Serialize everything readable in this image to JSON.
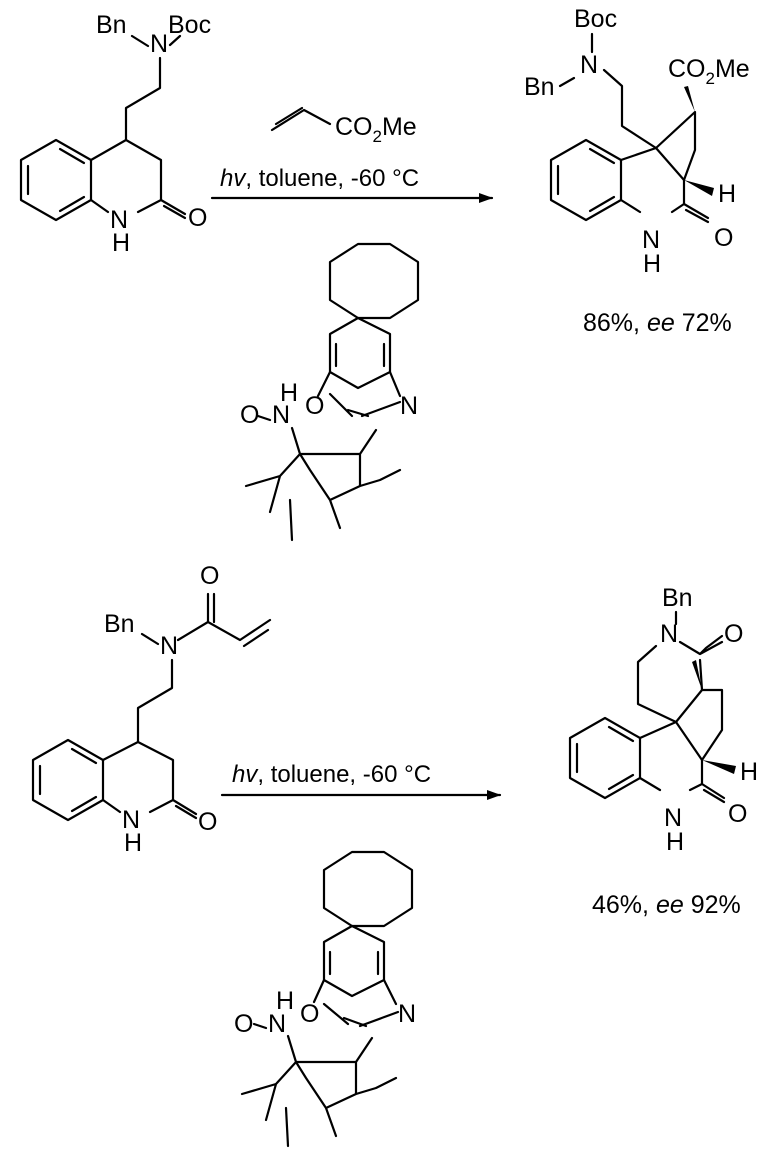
{
  "scheme_1": {
    "conditions": {
      "hv": "hv",
      "rest": ", toluene, -60 °C"
    },
    "reagent_label": {
      "co": "CO",
      "two": "2",
      "me": "Me"
    },
    "sm_labels": {
      "bn": "Bn",
      "n": "N",
      "boc": "Boc",
      "nh_n": "N",
      "nh_h": "H",
      "o": "O"
    },
    "product_labels": {
      "boc": "Boc",
      "n": "N",
      "bn": "Bn",
      "co": "CO",
      "two": "2",
      "me": "Me",
      "h": "H",
      "nh_n": "N",
      "nh_h": "H",
      "o": "O"
    },
    "yield": {
      "pct": "86%, ",
      "ee": "ee",
      "val": " 72%"
    },
    "catalyst_labels": {
      "o_amide": "O",
      "n_amide": "N",
      "h_amide": "H",
      "o_ox": "O",
      "n_ox": "N"
    }
  },
  "scheme_2": {
    "conditions": {
      "hv": "hv",
      "rest": ", toluene, -60 °C"
    },
    "sm_labels": {
      "bn": "Bn",
      "n": "N",
      "o": "O",
      "nh_n": "N",
      "nh_h": "H",
      "o2": "O"
    },
    "product_labels": {
      "bn": "Bn",
      "n": "N",
      "o": "O",
      "h": "H",
      "nh_n": "N",
      "nh_h": "H",
      "o2": "O"
    },
    "yield": {
      "pct": "46%, ",
      "ee": "ee",
      "val": " 92%"
    },
    "catalyst_labels": {
      "o_amide": "O",
      "n_amide": "N",
      "h_amide": "H",
      "o_ox": "O",
      "n_ox": "N"
    }
  }
}
